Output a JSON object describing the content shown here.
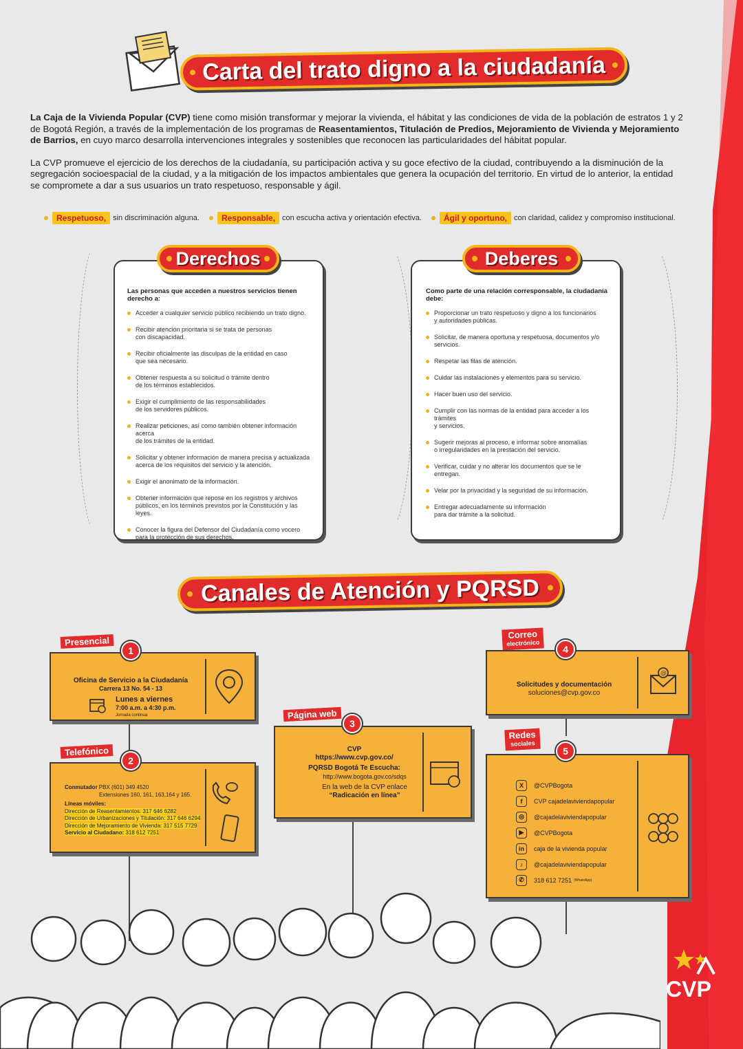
{
  "header": {
    "title": "Carta del trato digno a la ciudadanía"
  },
  "intro": {
    "p1_a": "La Caja de la Vivienda Popular (CVP)",
    "p1_b": " tiene como misión transformar y mejorar la vivienda, el hábitat y las condiciones de vida de la población de estratos 1 y 2 de Bogotá Región, a través de la implementación de los programas de ",
    "p1_c": "Reasentamientos, Titulación de Predios, Mejoramiento de Vivienda y Mejoramiento de Barrios,",
    "p1_d": " en cuyo marco desarrolla intervenciones integrales y sostenibles que reconocen las particularidades del hábitat popular.",
    "p2": "La CVP promueve el ejercicio de los derechos de la ciudadanía, su participación activa y su goce efectivo de la ciudad, contribuyendo a la disminución de la segregación socioespacial de la ciudad, y a la mitigación de los impactos ambientales que genera la ocupación del territorio. En virtud de lo anterior, la entidad se compromete a dar a sus usuarios un trato respetuoso, responsable y ágil."
  },
  "values": [
    {
      "label": "Respetuoso,",
      "text": "sin discriminación alguna."
    },
    {
      "label": "Responsable,",
      "text": "con escucha activa y orientación efectiva."
    },
    {
      "label": "Ágil y oportuno,",
      "text": "con claridad, calidez y compromiso institucional."
    }
  ],
  "derechos": {
    "title": "Derechos",
    "intro": "Las personas que acceden a nuestros servicios tienen derecho a:",
    "items": [
      "Acceder a cualquier servicio público recibiendo un trato digno.",
      "Recibir atención prioritaria si se trata de personas\ncon discapacidad.",
      "Recibir oficialmente las disculpas de la entidad en caso\nque sea necesario.",
      "Obtener respuesta a su solicitud o trámite dentro\nde los términos establecidos.",
      "Exigir el cumplimiento de las responsabilidades\nde los servidores públicos.",
      "Realizar peticiones, así como también obtener información acerca\nde los trámites de la entidad.",
      "Solicitar y obtener información de manera precisa y actualizada\nacerca de los requisitos del servicio y la atención.",
      "Exigir el anonimato de la información.",
      "Obtener información que repose en los registros y archivos\npúblicos, en los términos previstos por la Constitución y las leyes.",
      "Conocer la figura del Defensor del Ciudadanía como vocero\npara la protección de sus derechos."
    ]
  },
  "deberes": {
    "title": "Deberes",
    "intro": "Como parte de una relación corresponsable, la ciudadanía debe:",
    "items": [
      "Proporcionar un trato respetuoso y digno a los funcionarios\ny autoridades públicas.",
      "Solicitar, de manera oportuna y respetuosa, documentos y/o servicios.",
      "Respetar las filas de atención.",
      "Cuidar las instalaciones y elementos para su servicio.",
      "Hacer buen uso del servicio.",
      "Cumplir con las normas de la entidad para acceder a los trámites\ny servicios.",
      "Sugerir mejoras al proceso, e informar sobre anomalías\no irregularidades en la prestación del servicio.",
      "Verificar, cuidar y no alterar los documentos que se le entregan.",
      "Velar por la privacidad y la seguridad de su información.",
      "Entregar adecuadamente su información\npara dar trámite a la solicitud."
    ]
  },
  "canales": {
    "title": "Canales de Atención y PQRSD",
    "presencial": {
      "tag": "Presencial",
      "num": "1",
      "title": "Oficina de Servicio a la Ciudadanía",
      "address": "Carrera 13 No. 54 - 13",
      "days": "Lunes a viernes",
      "hours": "7:00 a.m. a 4:30 p.m.",
      "note": "Jornada continua"
    },
    "telefonico": {
      "tag": "Telefónico",
      "num": "2",
      "conmutador_label": "Conmutador",
      "conmutador": "PBX (601) 349 4520",
      "extensiones": "Extensiones 160, 161, 163,164 y 165.",
      "moviles_label": "Líneas móviles:",
      "lines": [
        "Dirección de Reasentamientos: 317 646 6282",
        "Dirección de Urbanizaciones y Titulación: 317 646 6294",
        "Dirección de Mejoramiento de Vivienda: 317 515 7729"
      ],
      "servicio_label": "Servicio al Ciudadano:",
      "servicio": "318 612 7251"
    },
    "web": {
      "tag": "Página web",
      "num": "3",
      "cvp_label": "CVP",
      "cvp_url": "https://www.cvp.gov.co/",
      "pqrsd_label": "PQRSD",
      "bte_label": "Bogotá Te Escucha:",
      "bte_url": "http://www.bogota.gov.co/sdqs",
      "enlace_a": "En la web de la CVP enlace",
      "enlace_b": "“Radicación en línea”"
    },
    "correo": {
      "tag": "Correo",
      "tag_small": "electrónico",
      "num": "4",
      "title": "Solicitudes y documentación",
      "email": "soluciones@cvp.gov.co"
    },
    "redes": {
      "tag": "Redes",
      "tag_small": "sociales",
      "num": "5",
      "items": [
        {
          "icon": "x-icon",
          "glyph": "X",
          "text": "@CVPBogota"
        },
        {
          "icon": "facebook-icon",
          "glyph": "f",
          "text": "CVP cajadelaviviendapopular"
        },
        {
          "icon": "instagram-icon",
          "glyph": "◎",
          "text": "@cajadelaviviendapopular"
        },
        {
          "icon": "youtube-icon",
          "glyph": "▶",
          "text": "@CVPBogota"
        },
        {
          "icon": "linkedin-icon",
          "glyph": "in",
          "text": "caja de la vivienda popular"
        },
        {
          "icon": "tiktok-icon",
          "glyph": "♪",
          "text": "@cajadelaviviendapopular"
        },
        {
          "icon": "whatsapp-icon",
          "glyph": "✆",
          "text": "318 612 7251",
          "note": "(WhatsApp)"
        }
      ]
    }
  },
  "logo": {
    "text": "CVP"
  },
  "colors": {
    "red": "#e22b2b",
    "yellow": "#f6b13a",
    "accent": "#f4b41a"
  }
}
